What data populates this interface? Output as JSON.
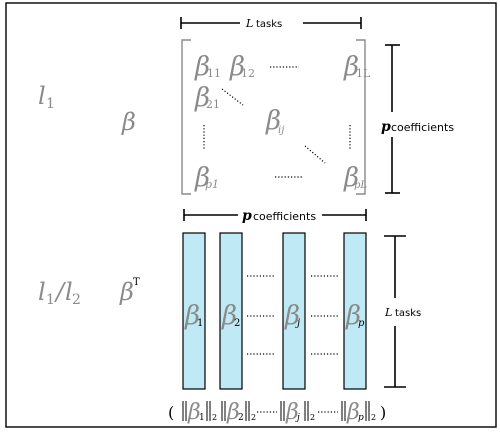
{
  "top": {
    "left_label": "l",
    "left_label_sub": "1",
    "beta_label": "β",
    "width_annotation": {
      "symbol": "L",
      "text": "tasks"
    },
    "height_annotation": {
      "symbol": "p",
      "text": "coefficients"
    },
    "matrix": {
      "beta": "β",
      "entries": [
        {
          "sub": "11"
        },
        {
          "sub": "12"
        },
        {
          "sub": "1L"
        },
        {
          "sub": "21"
        },
        {
          "sub": "ij"
        },
        {
          "sub": "p1"
        },
        {
          "sub": "pL"
        }
      ]
    }
  },
  "bottom": {
    "left_label": "l",
    "left_label_sub1": "1",
    "slash": "/",
    "left_label_sub2": "2",
    "beta_label": "β",
    "beta_sup": "T",
    "width_annotation": {
      "symbol": "p",
      "text": "coefficients"
    },
    "height_annotation": {
      "symbol": "L",
      "text": "tasks"
    },
    "columns": [
      {
        "sub": "1"
      },
      {
        "sub": "2"
      },
      {
        "sub": "j"
      },
      {
        "sub": "p"
      }
    ],
    "column_fill": "#bfe9f5",
    "norm_row": {
      "open": "(",
      "close": ")",
      "norm_sub": "2",
      "items": [
        {
          "sub": "1"
        },
        {
          "sub": "2"
        },
        {
          "sub": "j"
        },
        {
          "sub": "p"
        }
      ]
    }
  },
  "colors": {
    "gray_text": "#8a8a8a",
    "black": "#000000",
    "frame": "#000000"
  }
}
